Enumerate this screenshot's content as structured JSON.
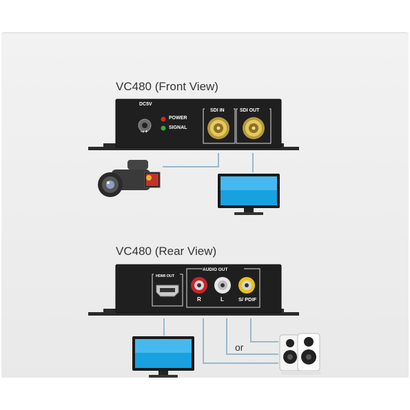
{
  "front_view": {
    "title": "VC480 (Front View)",
    "dc_label": "DC5V",
    "power_label": "POWER",
    "signal_label": "SIGNAL",
    "sdi_in_label": "SDI IN",
    "sdi_out_label": "SDI OUT",
    "led_colors": {
      "power": "#d22a1e",
      "signal": "#2fae3a"
    }
  },
  "rear_view": {
    "title": "VC480 (Rear View)",
    "hdmi_label": "HDMI OUT",
    "audio_out_label": "AUDIO OUT",
    "r_label": "R",
    "l_label": "L",
    "spdif_label": "S/ PDIF",
    "or_label": "or",
    "jack_colors": {
      "r": "#c8242b",
      "l": "#e6e6e6",
      "spdif": "#e8c21a"
    }
  },
  "icons": [
    "camcorder-icon",
    "monitor-icon",
    "speakers-icon"
  ],
  "colors": {
    "device_body": "#1f1f1f",
    "cable": "#9ab8cc",
    "panel_bg": "#eeeeee"
  }
}
